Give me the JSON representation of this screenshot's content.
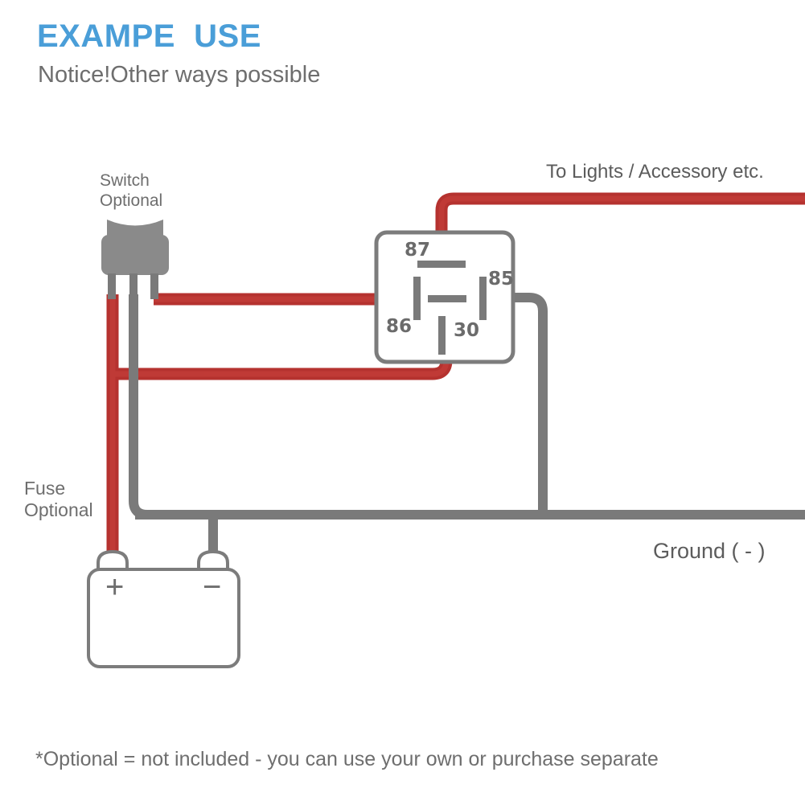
{
  "header": {
    "title": "EXAMPE  USE",
    "subtitle": "Notice!Other ways possible",
    "title_color": "#4a9ed8",
    "subtitle_color": "#6e6e6e"
  },
  "labels": {
    "switch": "Switch\nOptional",
    "fuse": "Fuse\nOptional",
    "to_lights": "To Lights / Accessory etc.",
    "ground": "Ground ( - )"
  },
  "relay": {
    "terminals": [
      {
        "id": "87",
        "label": "87",
        "wire": "red",
        "position": "top"
      },
      {
        "id": "85",
        "label": "85",
        "wire": "gray",
        "position": "right"
      },
      {
        "id": "86",
        "label": "86",
        "wire": "red",
        "position": "left"
      },
      {
        "id": "30",
        "label": "30",
        "wire": "red",
        "position": "bottom"
      }
    ]
  },
  "battery": {
    "positive_sign": "+",
    "negative_sign": "−",
    "positive_wire": "red",
    "negative_wire": "gray"
  },
  "footer": {
    "note": "*Optional = not included - you can use your own or purchase separate"
  },
  "colors": {
    "wire_red": "#b5322f",
    "wire_red_light": "#c8413c",
    "wire_gray": "#7a7a7a",
    "outline_gray": "#7c7c7c",
    "switch_body": "#8a8a8a",
    "text_gray": "#6e6e6e",
    "accent_blue": "#4a9ed8",
    "background": "#ffffff"
  }
}
